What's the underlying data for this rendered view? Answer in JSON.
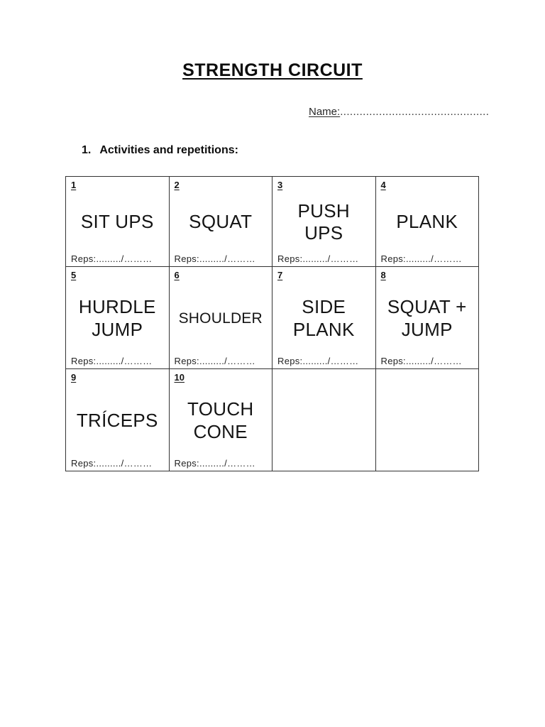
{
  "document": {
    "title": "STRENGTH CIRCUIT",
    "name_label": "Name:",
    "name_dots": "..............................................",
    "section": {
      "number": "1.",
      "heading": "Activities and repetitions:"
    },
    "ink_color": "#141414",
    "border_color": "#333333"
  },
  "activities_table": {
    "cells": [
      {
        "num": "1",
        "name": "SIT UPS",
        "reps": "Reps:........./………"
      },
      {
        "num": "2",
        "name": "SQUAT",
        "reps": "Reps:........./………"
      },
      {
        "num": "3",
        "name": "PUSH UPS",
        "reps": "Reps:........./………"
      },
      {
        "num": "4",
        "name": "PLANK",
        "reps": "Reps:........./………"
      },
      {
        "num": "5",
        "name": "HURDLE JUMP",
        "reps": "Reps:........./………"
      },
      {
        "num": "6",
        "name": "SHOULDER",
        "reps": "Reps:........./………"
      },
      {
        "num": "7",
        "name": "SIDE PLANK",
        "reps": "Reps:........./………"
      },
      {
        "num": "8",
        "name": "SQUAT + JUMP",
        "reps": "Reps:........./………"
      },
      {
        "num": "9",
        "name": "TRÍCEPS",
        "reps": "Reps:........./………"
      },
      {
        "num": "10",
        "name": "TOUCH CONE",
        "reps": "Reps:........./………"
      },
      {
        "num": "",
        "name": "",
        "reps": ""
      },
      {
        "num": "",
        "name": "",
        "reps": ""
      }
    ]
  }
}
